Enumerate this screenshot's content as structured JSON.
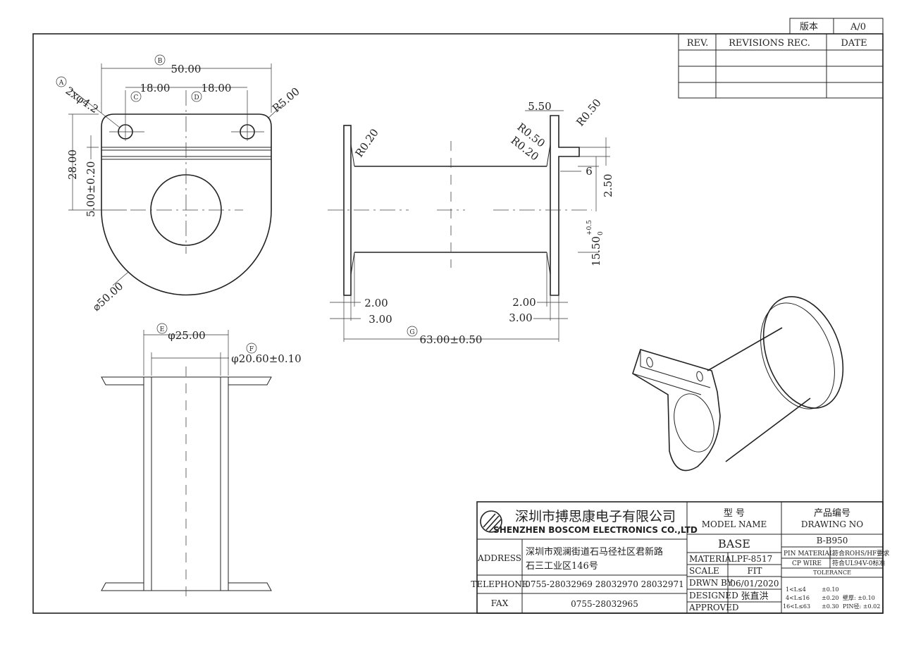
{
  "revision_box": {
    "version_label": "版本",
    "version_value": "A/0"
  },
  "revisions": {
    "rev_header": "REV.",
    "rec_header": "REVISIONS REC.",
    "date_header": "DATE"
  },
  "top_view": {
    "dim_b_label": "B",
    "dim_b": "50.00",
    "dim_c_label": "C",
    "dim_c": "18.00",
    "dim_d_label": "D",
    "dim_d": "18.00",
    "dim_a_label": "A",
    "dim_a": "2xφ4.2",
    "r_corner": "R5.00",
    "height": "28.00",
    "slot": "5.00±0.20",
    "diameter": "⌀50.00"
  },
  "side_view": {
    "r_left": "R0.20",
    "r_top1": "R0.50",
    "r_top2": "R0.50",
    "r_right": "R0.20",
    "tab_thk": "5.50",
    "tab_h": "6",
    "gap": "2.50",
    "tube": "15.50",
    "tube_tol_top": "+0.5",
    "tube_tol_bot": "0",
    "flange_l1": "2.00",
    "flange_l2": "3.00",
    "flange_r1": "2.00",
    "flange_r2": "3.00",
    "len_label": "G",
    "length": "63.00±0.50"
  },
  "section_view": {
    "e_label": "E",
    "outer_d": "φ25.00",
    "f_label": "F",
    "inner_d": "φ20.60±0.10"
  },
  "title_block": {
    "company_cn": "深圳市搏思康电子有限公司",
    "company_en": "SHENZHEN BOSCOM ELECTRONICS CO.,LTD",
    "address_label": "ADDRESS",
    "address_line1": "深圳市观澜街道石马径社区君新路",
    "address_line2": "石三工业区146号",
    "telephone_label": "TELEPHONE",
    "telephone": "0755-28032969 28032970 28032971",
    "fax_label": "FAX",
    "fax": "0755-28032965",
    "model_cn": "型    号",
    "model_en": "MODEL NAME",
    "model_value": "BASE",
    "drawing_cn": "产品编号",
    "drawing_en": "DRAWING NO",
    "drawing_value": "B-B950",
    "material_label": "MATERIAL",
    "material": "PF-8517",
    "scale_label": "SCALE",
    "scale": "FIT",
    "drawn_label": "DRWN BY",
    "drawn": "06/01/2020",
    "designed_label": "DESIGNED",
    "designed": "张直洪",
    "approved_label": "APPROVED",
    "pin_material_label": "PIN MATERIAL:",
    "pin_material_value": "符合ROHS/HF要求",
    "cp_wire_label": "CP WIRE",
    "cp_wire_value": "符合UL94V-0标准",
    "tolerance_label": "TOLERANCE",
    "tol1_range": "1<L≤4",
    "tol1_value": "±0.10",
    "tol2_range": "4<L≤16",
    "tol2_value": "±0.20",
    "tol3_range": "16<L≤63",
    "tol3_value": "±0.30",
    "wall_label": "壁厚: ±0.10",
    "pin_label": "PIN径: ±0.02"
  }
}
